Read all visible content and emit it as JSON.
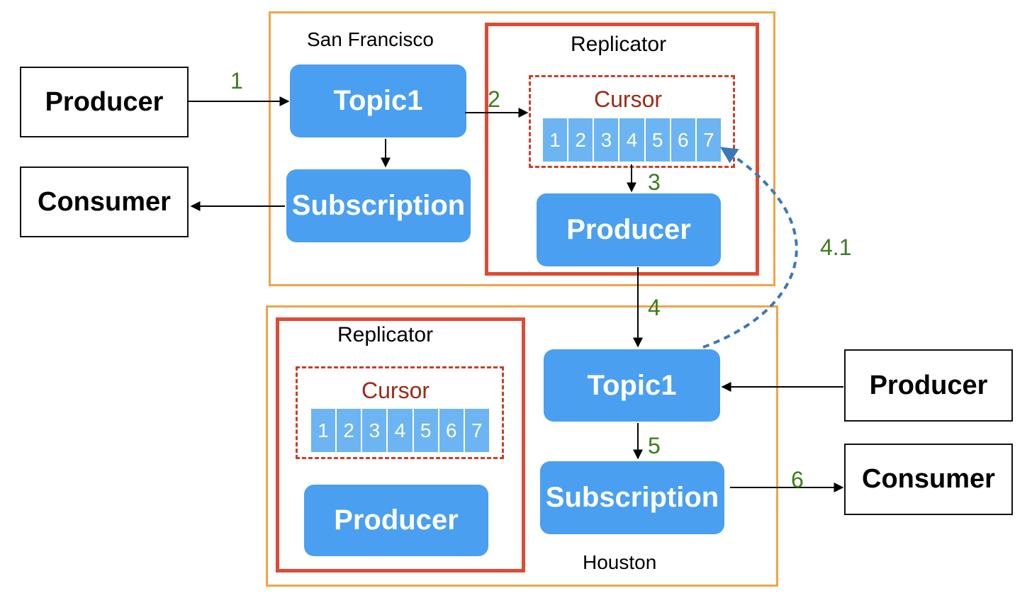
{
  "sites": {
    "sf": {
      "title": "San Francisco",
      "topic": "Topic1",
      "subscription": "Subscription",
      "replicator": {
        "title": "Replicator",
        "cursor_label": "Cursor",
        "cells": [
          "1",
          "2",
          "3",
          "4",
          "5",
          "6",
          "7"
        ],
        "producer": "Producer"
      }
    },
    "houston": {
      "title": "Houston",
      "topic": "Topic1",
      "subscription": "Subscription",
      "replicator": {
        "title": "Replicator",
        "cursor_label": "Cursor",
        "cells": [
          "1",
          "2",
          "3",
          "4",
          "5",
          "6",
          "7"
        ],
        "producer": "Producer"
      }
    }
  },
  "external": {
    "sf_producer": "Producer",
    "sf_consumer": "Consumer",
    "houston_producer": "Producer",
    "houston_consumer": "Consumer"
  },
  "steps": [
    "1",
    "2",
    "3",
    "4",
    "4.1",
    "5",
    "6"
  ],
  "colors": {
    "region_border": "#f0a447",
    "replicator_border": "#e04a33",
    "cursor_border": "#c9402c",
    "cursor_text": "#9c2a17",
    "box_fill": "#4a9ff0",
    "cell_fill": "#6cb5f2",
    "step_text": "#3a7d1c",
    "feedback_arrow": "#3a78b8"
  }
}
